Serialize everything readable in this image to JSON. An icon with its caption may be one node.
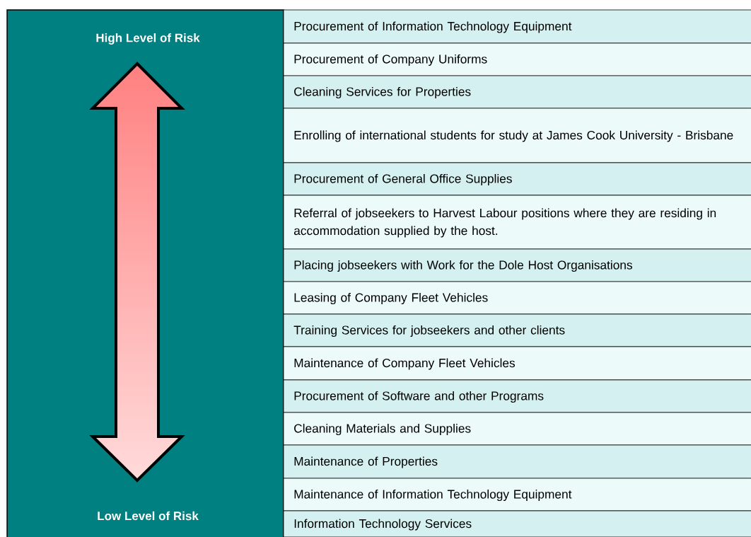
{
  "diagram": {
    "labels": [
      "High Level of Risk",
      "Procurement of Information Technology Equipment",
      "Procurement of Company Uniforms",
      "Cleaning Services for Properties",
      "Enrolling of international students for study at James Cook University - Brisbane",
      "Procurement of General Office Supplies",
      "Referral of jobseekers to Harvest Labour positions where they are residing in accommodation supplied by the host.",
      "Placing jobseekers with Work for the Dole Host Organisations",
      "Leasing of Company Fleet Vehicles",
      "Training Services for jobseekers and other clients",
      "Maintenance of Company Fleet Vehicles",
      "Procurement of Software and other Programs",
      "Cleaning Materials and Supplies",
      "Maintenance of Properties",
      "Maintenance of Information Technology Equipment",
      "Information Technology Services",
      "Low Level of Risk"
    ]
  }
}
